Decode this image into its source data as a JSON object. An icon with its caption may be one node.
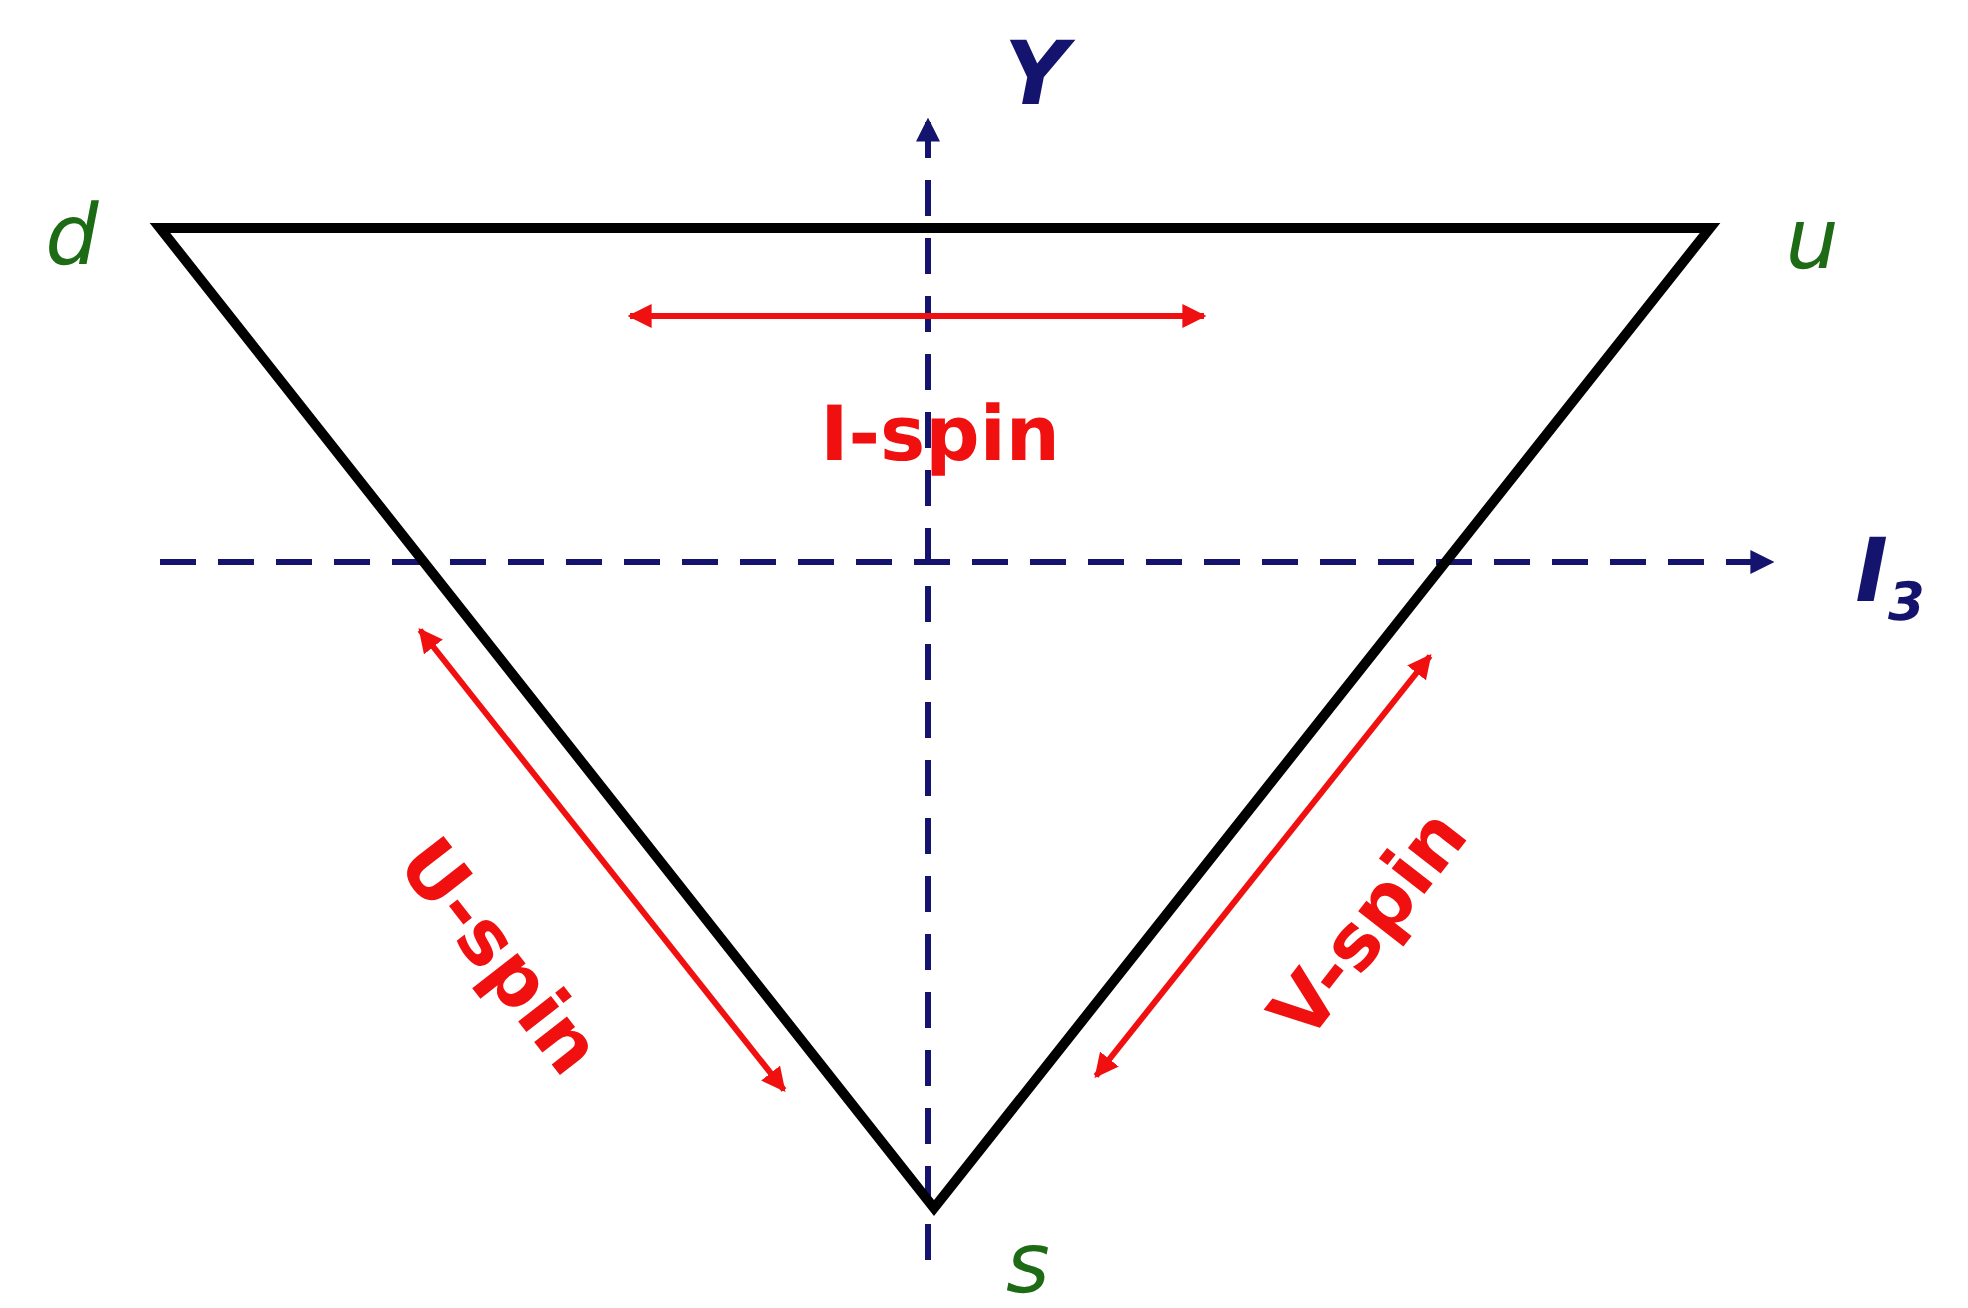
{
  "diagram": {
    "labels": [
      "Y",
      "d",
      "u",
      "I-spin",
      "I$_{3}$",
      "U-spin",
      "V-spin",
      "s"
    ]
  }
}
